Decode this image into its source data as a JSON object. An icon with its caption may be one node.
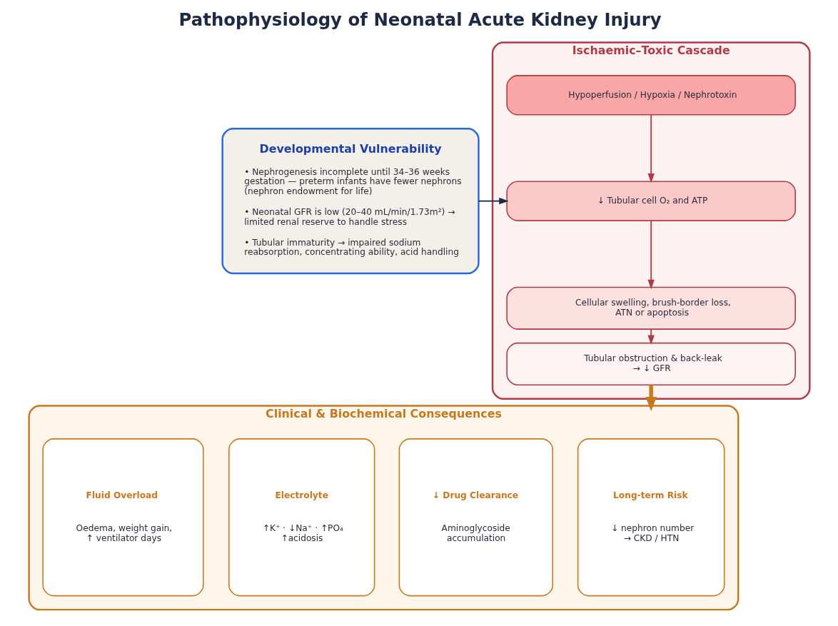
{
  "diagram": {
    "title": "Pathophysiology of Neonatal Acute Kidney Injury",
    "nodes": [
      {
        "text": [
          "Developmental Vulnerability",
          "• Nephrogenesis incomplete until 34–36 weeks gestation — preterm infants have fewer nephrons (nephron endowment for life)",
          "• Neonatal GFR is low (20–40 mL/min/1.73m²) → limited renal reserve to handle stress",
          "• Tubular immaturity → impaired sodium reabsorption, concentrating ability, acid handling"
        ]
      },
      {
        "text": [
          "Ischaemic–Toxic Cascade"
        ]
      },
      {
        "text": [
          "Hypoperfusion / Hypoxia / Nephrotoxin"
        ],
        "in": 1
      },
      {
        "text": [
          "↓ Tubular cell O₂ and ATP"
        ],
        "in": 1
      },
      {
        "text": [
          "Cellular swelling, brush-border loss, ATN or apoptosis"
        ],
        "in": 1
      },
      {
        "text": [
          "Tubular obstruction & back-leak → ↓ GFR"
        ],
        "in": 1
      },
      {
        "text": [
          "Clinical & Biochemical Consequences"
        ]
      },
      {
        "text": [
          "Fluid Overload",
          "Oedema, weight gain, ↑ ventilator days"
        ],
        "in": 6
      },
      {
        "text": [
          "Electrolyte",
          "↑K⁺ · ↓Na⁺ · ↑PO₄ ↑acidosis"
        ],
        "in": 6
      },
      {
        "text": [
          "↓ Drug Clearance",
          "Aminoglycoside accumulation"
        ],
        "in": 6
      },
      {
        "text": [
          "Long-term Risk",
          "↓ nephron number → CKD / HTN"
        ],
        "in": 6
      }
    ],
    "edges": [
      {
        "from": 0,
        "to": 3,
        "arrow": "to",
        "color": "#1e2a44"
      },
      {
        "from": 2,
        "to": 3,
        "arrow": "to"
      },
      {
        "from": 3,
        "to": 4,
        "arrow": "to"
      },
      {
        "from": 4,
        "to": 5,
        "arrow": "to"
      },
      {
        "from": 5,
        "to": 6,
        "arrow": "to",
        "style": "thick",
        "color": "#c8781e"
      }
    ]
  }
}
